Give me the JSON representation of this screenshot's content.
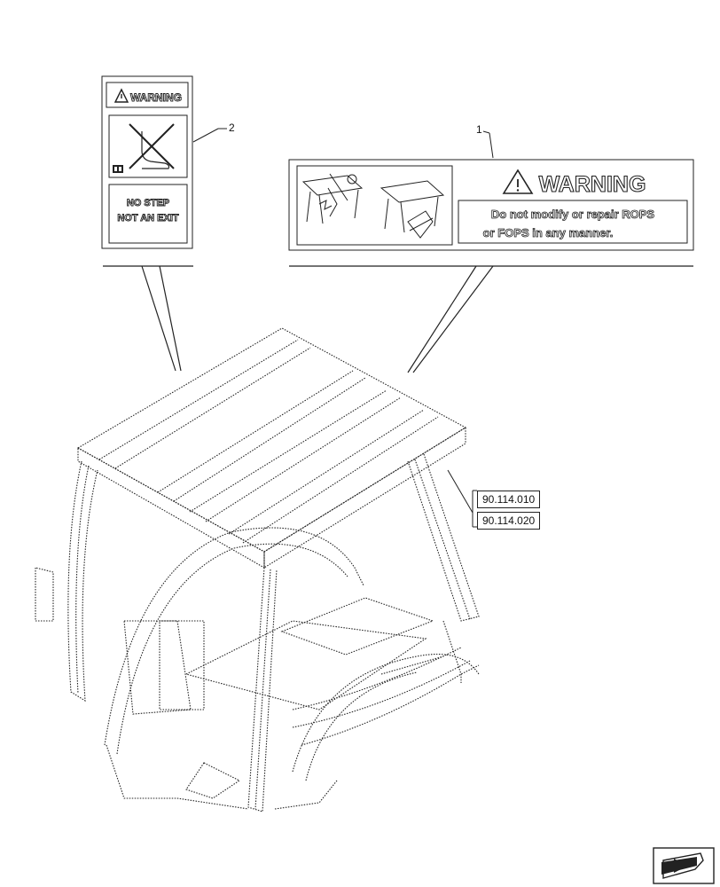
{
  "callouts": [
    {
      "number": "1"
    },
    {
      "number": "2"
    }
  ],
  "decal_1": {
    "heading": "WARNING",
    "message_line1": "Do not modify or repair ROPS",
    "message_line2": "or FOPS in any manner."
  },
  "decal_2": {
    "heading": "WARNING",
    "line1": "NO STEP",
    "line2": "NOT AN EXIT"
  },
  "references": [
    "90.114.010",
    "90.114.020"
  ],
  "nav": {
    "icon": "next-page-arrow-icon"
  }
}
